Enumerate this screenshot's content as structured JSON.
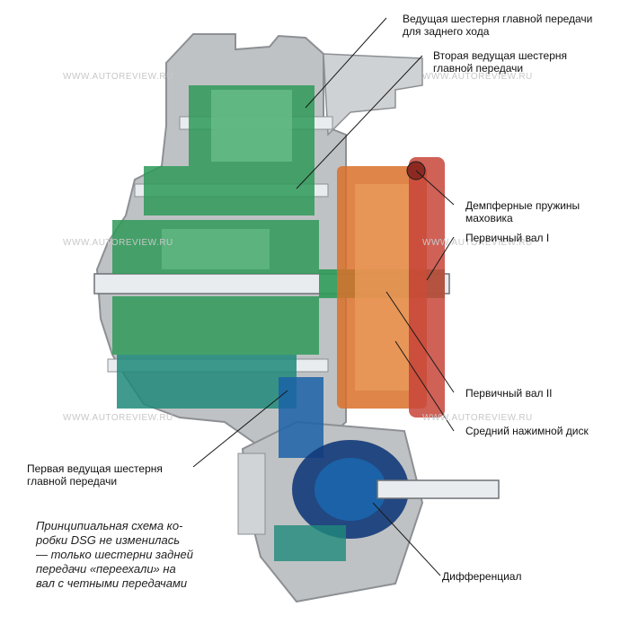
{
  "colors": {
    "housing": "#bfc2c4",
    "housing_dark": "#8c9094",
    "green": "#2e9a58",
    "green_light": "#6cc08c",
    "teal": "#1f8a7a",
    "orange": "#d9702a",
    "red": "#c8453a",
    "blue": "#1b62a8",
    "blue_dark": "#123a7a",
    "shaft": "#e9ecee",
    "line": "#1a1a1a"
  },
  "labels": {
    "reverse_gear": "Ведущая шестерня главной передачи\nдля заднего хода",
    "second_gear": "Вторая ведущая шестерня\nглавной передачи",
    "damper_springs": "Демпферные пружины\nмаховика",
    "input_shaft_1": "Первичный вал I",
    "input_shaft_2": "Первичный вал II",
    "middle_disc": "Средний нажимной диск",
    "first_gear": "Первая ведущая шестерня\nглавной передачи",
    "differential": "Дифференциал"
  },
  "caption": "Принципиальная схема ко-\nробки DSG не изменилась\n— только шестерни задней\nпередачи «переехали» на\nвал с четными передачами",
  "watermark": "WWW.AUTOREVIEW.RU"
}
